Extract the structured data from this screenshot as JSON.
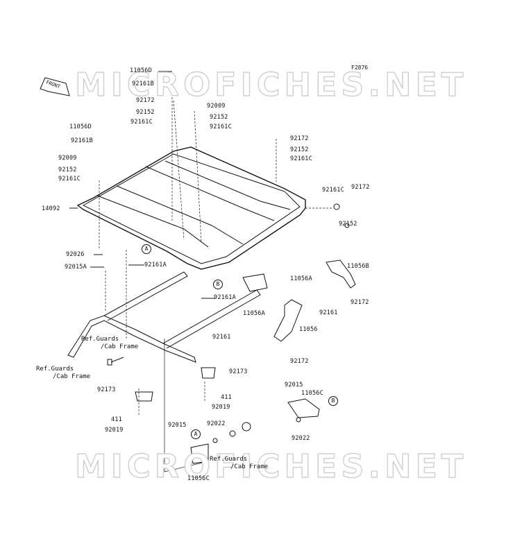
{
  "diagram_code": "F2876",
  "watermark": "MICROFICHES.NET",
  "front_label": "FRONT",
  "callouts": {
    "A": "A",
    "B": "B"
  },
  "ref_guards": "Ref.Guards",
  "ref_cab_frame": "/Cab Frame",
  "parts": [
    "11056D",
    "92161B",
    "92172",
    "92152",
    "92161C",
    "92009",
    "92152",
    "92161C",
    "11056D",
    "92161B",
    "92172",
    "92152",
    "92161C",
    "92009",
    "92152",
    "92161C",
    "14092",
    "92161C",
    "92172",
    "92152",
    "92026",
    "92015A",
    "92161A",
    "11056A",
    "11056B",
    "92161A",
    "92172",
    "92161",
    "11056A",
    "11056",
    "92161",
    "92172",
    "92173",
    "92173",
    "411",
    "92019",
    "411",
    "92019",
    "92015",
    "92022",
    "92015",
    "11056C",
    "92022",
    "11056C"
  ]
}
